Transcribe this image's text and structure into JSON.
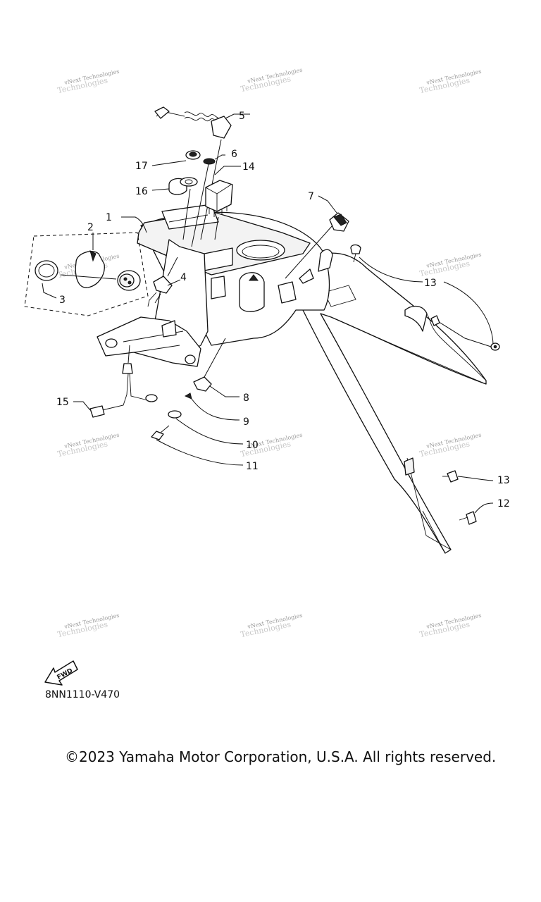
{
  "diagram": {
    "code": "8NN1110-V470",
    "copyright": "©2023 Yamaha Motor Corporation, U.S.A. All rights reserved.",
    "fwd_label": "FWD",
    "watermark": {
      "line1": "vNext Technologies",
      "line2": "Technologies"
    },
    "callouts": [
      "1",
      "2",
      "3",
      "4",
      "5",
      "6",
      "7",
      "8",
      "9",
      "10",
      "11",
      "12",
      "13",
      "13",
      "14",
      "15",
      "16",
      "17"
    ]
  }
}
